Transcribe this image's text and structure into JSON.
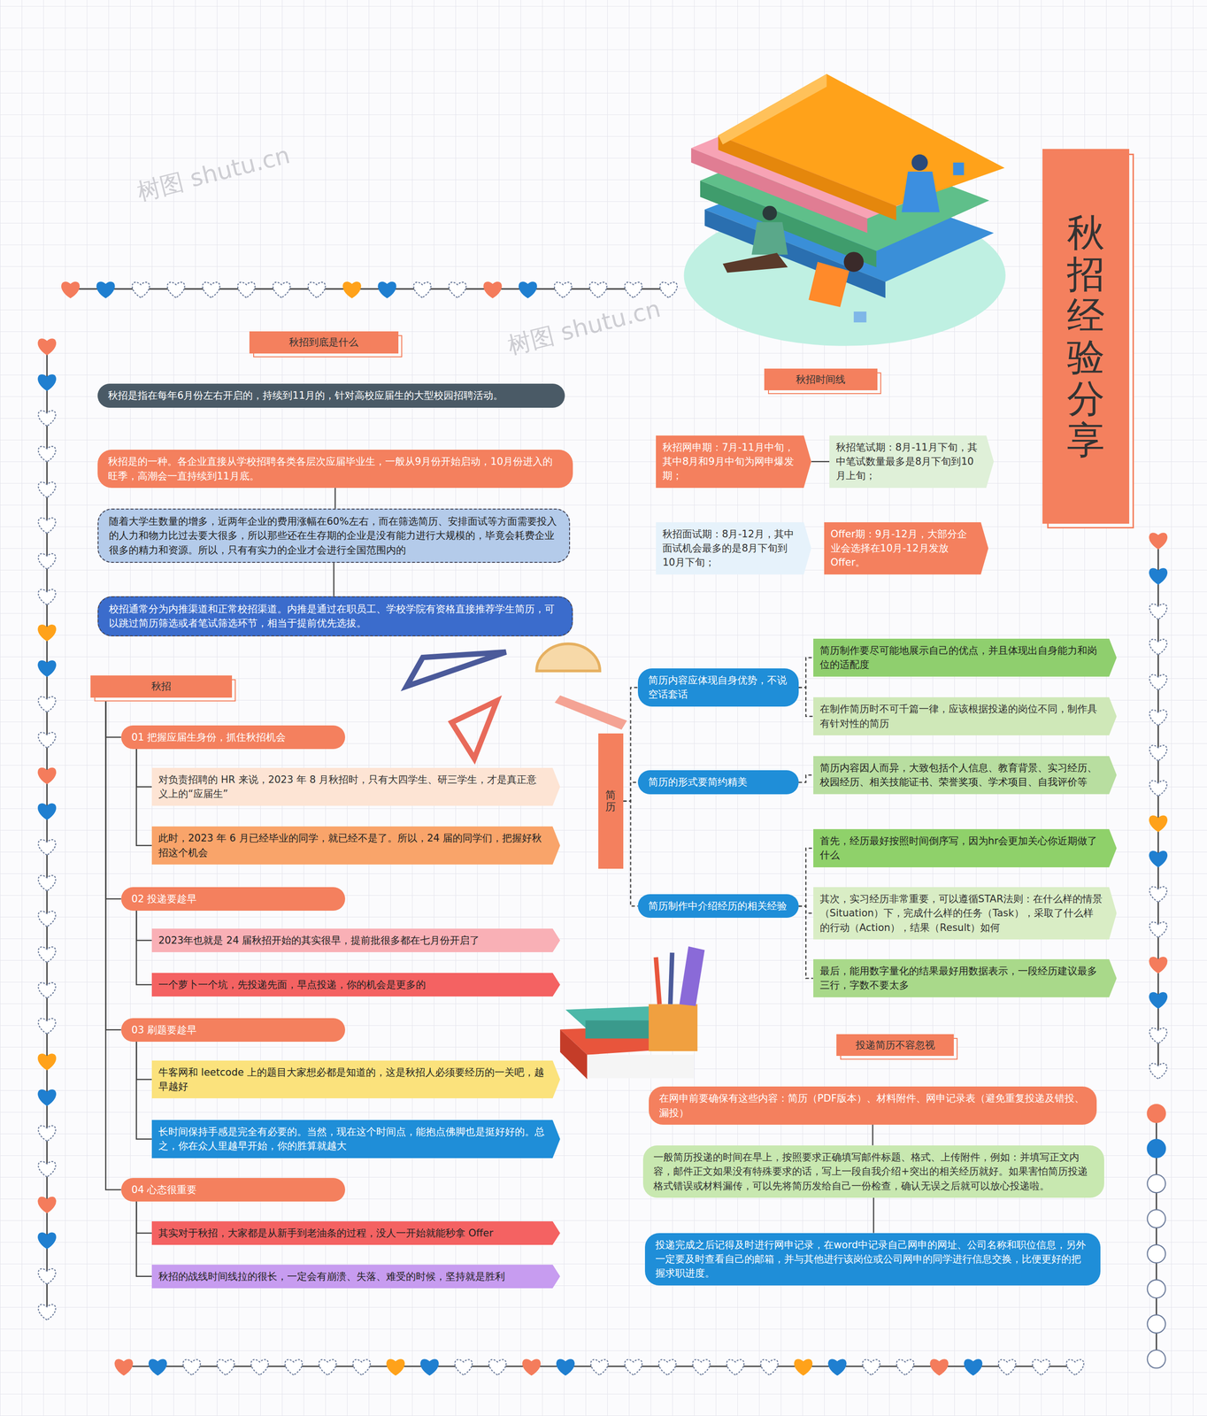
{
  "diagram": {
    "title": "秋招经验分享",
    "nodes": [
      {
        "text": [
          "秋招到底是什么"
        ]
      },
      {
        "text": [
          "秋招是指在每年6月份左右开启的，持续到11月的，针对高校应届生的大型校园招聘活动。"
        ]
      },
      {
        "text": [
          "秋招是的一种。各企业直接从学校招聘各类各层次应届毕业生，一般从9月份开始启动，10月份进入的旺季，高潮会一直持续到11月底。"
        ]
      },
      {
        "text": [
          "随着大学生数量的增多，近两年企业的费用涨幅在60%左右，而在筛选简历、安排面试等方面需要投入的人力和物力比过去要大很多，所以那些还在生存期的企业是没有能力进行大规模的，毕竟会耗费企业很多的精力和资源。所以，只有有实力的企业才会进行全国范围内的"
        ]
      },
      {
        "text": [
          "校招通常分为内推渠道和正常校招渠道。内推是通过在职员工、学校学院有资格直接推荐学生简历，可以跳过简历筛选或者笔试筛选环节，相当于提前优先选拔。"
        ]
      },
      {
        "text": [
          "秋招"
        ]
      },
      {
        "text": [
          "01 把握应届生身份，抓住秋招机会"
        ]
      },
      {
        "text": [
          "对负责招聘的 HR 来说，2023 年 8 月秋招时，只有大四学生、研三学生，才是真正意义上的“应届生”"
        ]
      },
      {
        "text": [
          "此时，2023 年 6 月已经毕业的同学，就已经不是了。所以，24 届的同学们，把握好秋招这个机会"
        ]
      },
      {
        "text": [
          "02 投递要趁早"
        ]
      },
      {
        "text": [
          "2023年也就是 24 届秋招开始的其实很早，提前批很多都在七月份开启了"
        ]
      },
      {
        "text": [
          "一个萝卜一个坑，先投递先面，早点投递，你的机会是更多的"
        ]
      },
      {
        "text": [
          "03 刷题要趁早"
        ]
      },
      {
        "text": [
          "牛客网和 leetcode 上的题目大家想必都是知道的，这是秋招人必须要经历的一关吧，越早越好"
        ]
      },
      {
        "text": [
          "长时间保持手感是完全有必要的。当然，现在这个时间点，能抱点佛脚也是挺好好的。总之，你在众人里越早开始，你的胜算就越大"
        ]
      },
      {
        "text": [
          "04 心态很重要"
        ]
      },
      {
        "text": [
          "其实对于秋招，大家都是从新手到老油条的过程，没人一开始就能秒拿 Offer"
        ]
      },
      {
        "text": [
          "秋招的战线时间线拉的很长，一定会有崩溃、失落、难受的时候，坚持就是胜利"
        ]
      },
      {
        "text": [
          "秋招时间线"
        ]
      },
      {
        "text": [
          "秋招网申期：7月-11月中旬，其中8月和9月中旬为网申爆发期；"
        ]
      },
      {
        "text": [
          "秋招笔试期：8月-11月下旬，其中笔试数量最多是8月下旬到10月上旬；"
        ]
      },
      {
        "text": [
          "秋招面试期：8月-12月，其中面试机会最多的是8月下旬到10月下旬；"
        ]
      },
      {
        "text": [
          "Offer期：9月-12月，大部分企业会选择在10月-12月发放Offer。"
        ]
      },
      {
        "text": [
          "简历"
        ]
      },
      {
        "text": [
          "简历内容应体现自身优势，不说空话套话"
        ]
      },
      {
        "text": [
          "简历制作要尽可能地展示自己的优点，并且体现出自身能力和岗位的适配度"
        ]
      },
      {
        "text": [
          "在制作简历时不可千篇一律，应该根据投递的岗位不同，制作具有针对性的简历"
        ]
      },
      {
        "text": [
          "简历的形式要简约精美"
        ]
      },
      {
        "text": [
          "简历内容因人而异，大致包括个人信息、教育背景、实习经历、校园经历、相关技能证书、荣誉奖项、学术项目、自我评价等"
        ]
      },
      {
        "text": [
          "简历制作中介绍经历的相关经验"
        ]
      },
      {
        "text": [
          "首先，经历最好按照时间倒序写，因为hr会更加关心你近期做了什么"
        ]
      },
      {
        "text": [
          "其次，实习经历非常重要，可以遵循STAR法则：在什么样的情景（Situation）下，完成什么样的任务（Task），采取了什么样的行动（Action），结果（Result）如何"
        ]
      },
      {
        "text": [
          "最后，能用数字量化的结果最好用数据表示，一段经历建议最多三行，字数不要太多"
        ]
      },
      {
        "text": [
          "投递简历不容忽视"
        ]
      },
      {
        "text": [
          "在网申前要确保有这些内容：简历（PDF版本）、材料附件、网申记录表（避免重复投递及错投、漏投）"
        ]
      },
      {
        "text": [
          "一般简历投递的时间在早上，按照要求正确填写邮件标题、格式、上传附件，例如：并填写正文内容，邮件正文如果没有特殊要求的话，写上一段自我介绍+突出的相关经历就好。如果害怕简历投递格式错误或材料漏传，可以先将简历发给自己一份检查，确认无误之后就可以放心投递啦。"
        ]
      },
      {
        "text": [
          "投递完成之后记得及时进行网申记录，在word中记录自己网申的网址、公司名称和职位信息，另外一定要及时查看自己的邮箱，并与其他进行该岗位或公司网申的同学进行信息交换，比便更好的把握求职进度。"
        ]
      }
    ],
    "edges": [
      {
        "from": 2,
        "to": 3,
        "arrow": "none"
      },
      {
        "from": 3,
        "to": 4,
        "arrow": "none"
      },
      {
        "from": 5,
        "to": 6,
        "arrow": "none"
      },
      {
        "from": 5,
        "to": 9,
        "arrow": "none"
      },
      {
        "from": 5,
        "to": 12,
        "arrow": "none"
      },
      {
        "from": 5,
        "to": 15,
        "arrow": "none"
      },
      {
        "from": 6,
        "to": 7,
        "arrow": "none"
      },
      {
        "from": 6,
        "to": 8,
        "arrow": "none"
      },
      {
        "from": 9,
        "to": 10,
        "arrow": "none"
      },
      {
        "from": 9,
        "to": 11,
        "arrow": "none"
      },
      {
        "from": 12,
        "to": 13,
        "arrow": "none"
      },
      {
        "from": 12,
        "to": 14,
        "arrow": "none"
      },
      {
        "from": 15,
        "to": 16,
        "arrow": "none"
      },
      {
        "from": 15,
        "to": 17,
        "arrow": "none"
      },
      {
        "from": 19,
        "to": 20,
        "arrow": "none"
      },
      {
        "from": 23,
        "to": 24,
        "arrow": "none"
      },
      {
        "from": 23,
        "to": 27,
        "arrow": "none"
      },
      {
        "from": 23,
        "to": 29,
        "arrow": "none"
      },
      {
        "from": 24,
        "to": 25,
        "arrow": "none"
      },
      {
        "from": 24,
        "to": 26,
        "arrow": "none"
      },
      {
        "from": 27,
        "to": 28,
        "arrow": "none"
      },
      {
        "from": 29,
        "to": 30,
        "arrow": "none"
      },
      {
        "from": 29,
        "to": 31,
        "arrow": "none"
      },
      {
        "from": 29,
        "to": 32,
        "arrow": "none"
      },
      {
        "from": 34,
        "to": 35,
        "arrow": "none"
      },
      {
        "from": 35,
        "to": 36,
        "arrow": "none"
      }
    ],
    "labels": [
      "树图 shutu.cn",
      "树图 shutu.cn"
    ]
  }
}
